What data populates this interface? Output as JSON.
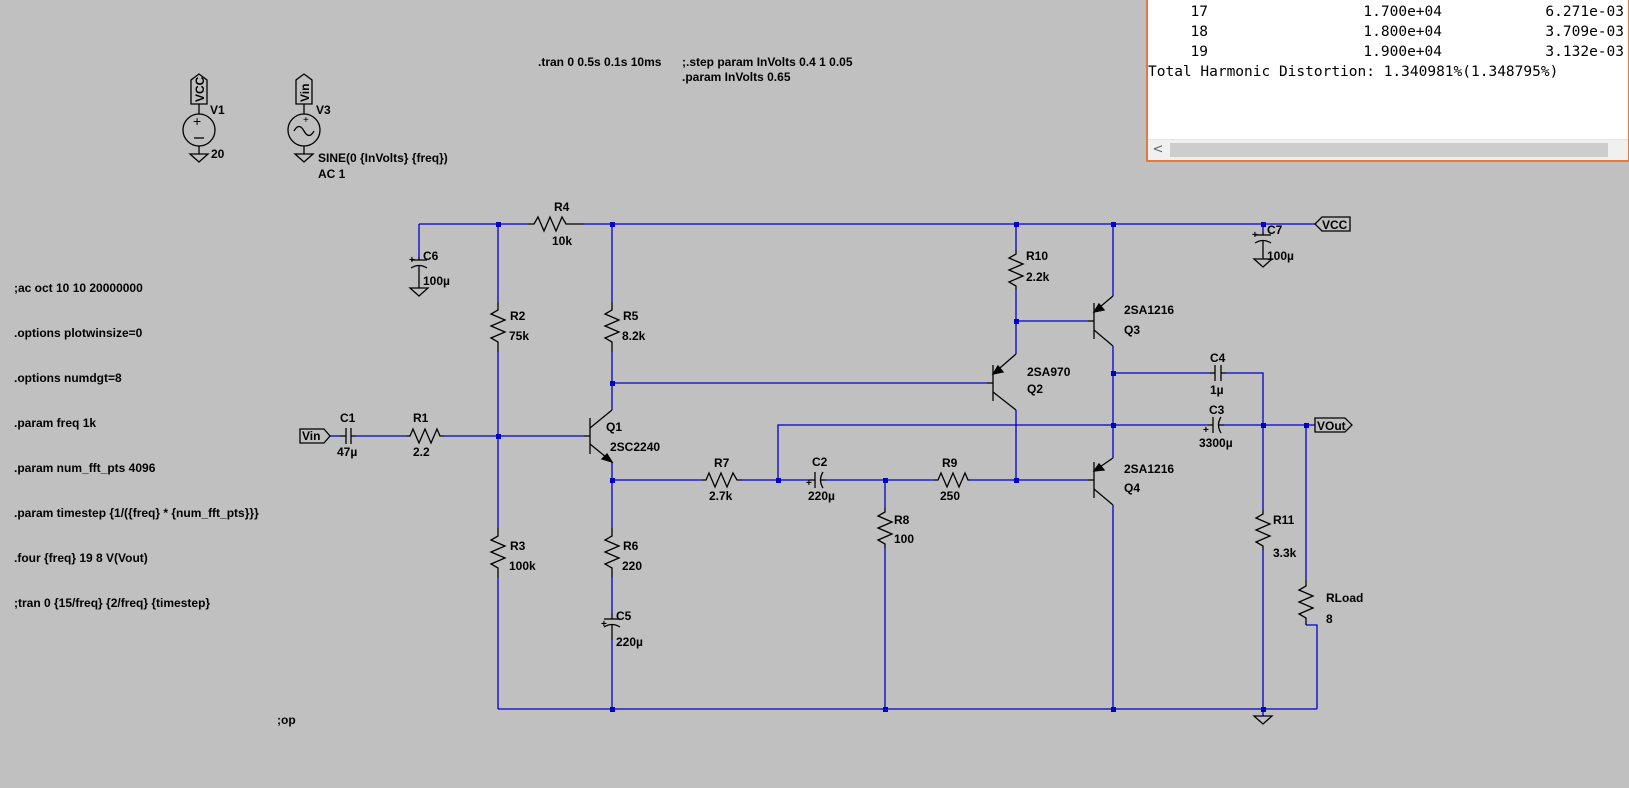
{
  "directives": {
    "tran": ".tran 0 0.5s 0.1s 10ms",
    "step": ";.step param InVolts 0.4 1 0.05",
    "param_involts": ".param InVolts 0.65",
    "op": ";op",
    "block": [
      ";ac oct 10 10 20000000",
      ".options plotwinsize=0",
      ".options numdgt=8",
      ".param freq 1k",
      ".param num_fft_pts 4096",
      ".param timestep {1/({freq} * {num_fft_pts}}}",
      ".four {freq} 19 8 V(Vout)",
      ";tran 0 {15/freq} {2/freq} {timestep}"
    ]
  },
  "sources": {
    "v1": {
      "name": "V1",
      "value": "20",
      "net": "VCC"
    },
    "v3": {
      "name": "V3",
      "value": "SINE(0 {InVolts} {freq})",
      "ac": "AC 1",
      "net": "Vin"
    }
  },
  "components": {
    "r1": {
      "name": "R1",
      "value": "2.2"
    },
    "r2": {
      "name": "R2",
      "value": "75k"
    },
    "r3": {
      "name": "R3",
      "value": "100k"
    },
    "r4": {
      "name": "R4",
      "value": "10k"
    },
    "r5": {
      "name": "R5",
      "value": "8.2k"
    },
    "r6": {
      "name": "R6",
      "value": "220"
    },
    "r7": {
      "name": "R7",
      "value": "2.7k"
    },
    "r8": {
      "name": "R8",
      "value": "100"
    },
    "r9": {
      "name": "R9",
      "value": "250"
    },
    "r10": {
      "name": "R10",
      "value": "2.2k"
    },
    "r11": {
      "name": "R11",
      "value": "3.3k"
    },
    "rload": {
      "name": "RLoad",
      "value": "8"
    },
    "c1": {
      "name": "C1",
      "value": "47µ"
    },
    "c2": {
      "name": "C2",
      "value": "220µ"
    },
    "c3": {
      "name": "C3",
      "value": "3300µ"
    },
    "c4": {
      "name": "C4",
      "value": "1µ"
    },
    "c5": {
      "name": "C5",
      "value": "220µ"
    },
    "c6": {
      "name": "C6",
      "value": "100µ"
    },
    "c7": {
      "name": "C7",
      "value": "100µ"
    },
    "q1": {
      "name": "Q1",
      "model": "2SC2240"
    },
    "q2": {
      "name": "Q2",
      "model": "2SA970"
    },
    "q3": {
      "name": "Q3",
      "model": "2SA1216"
    },
    "q4": {
      "name": "Q4",
      "model": "2SA1216"
    }
  },
  "nets": {
    "vin": "Vin",
    "vcc": "VCC",
    "vout": "VOut"
  },
  "output_window": {
    "rows": [
      {
        "index": "17",
        "freq": "1.700e+04",
        "value": "6.271e-03"
      },
      {
        "index": "18",
        "freq": "1.800e+04",
        "value": "3.709e-03"
      },
      {
        "index": "19",
        "freq": "1.900e+04",
        "value": "3.132e-03"
      }
    ],
    "thd": "Total Harmonic Distortion: 1.340981%(1.348795%)",
    "scroll_left_glyph": "<"
  },
  "colors": {
    "background": "#c0c0c0",
    "wire": "#0000c8",
    "output_border": "#e07a3e"
  }
}
